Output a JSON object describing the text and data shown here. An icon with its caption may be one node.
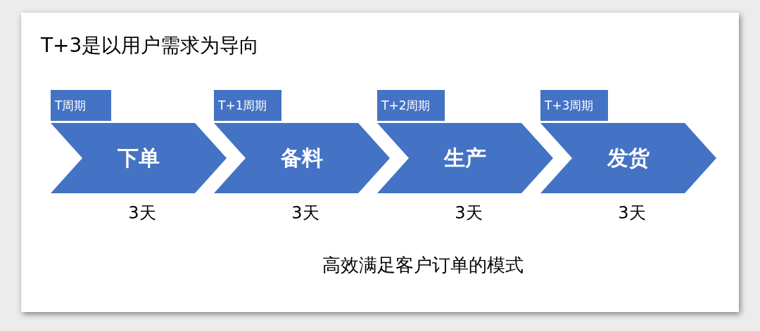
{
  "diagram": {
    "title": "T+3是以用户需求为导向",
    "caption": "高效满足客户订单的模式",
    "nodes": [
      {
        "text": [
          "T周期"
        ]
      },
      {
        "text": [
          "下单"
        ],
        "beside": [
          "3天"
        ]
      },
      {
        "text": [
          "T+1周期"
        ]
      },
      {
        "text": [
          "备料"
        ],
        "beside": [
          "3天"
        ]
      },
      {
        "text": [
          "T+2周期"
        ]
      },
      {
        "text": [
          "生产"
        ],
        "beside": [
          "3天"
        ]
      },
      {
        "text": [
          "T+3周期"
        ]
      },
      {
        "text": [
          "发货"
        ],
        "beside": [
          "3天"
        ]
      }
    ],
    "edges": []
  }
}
